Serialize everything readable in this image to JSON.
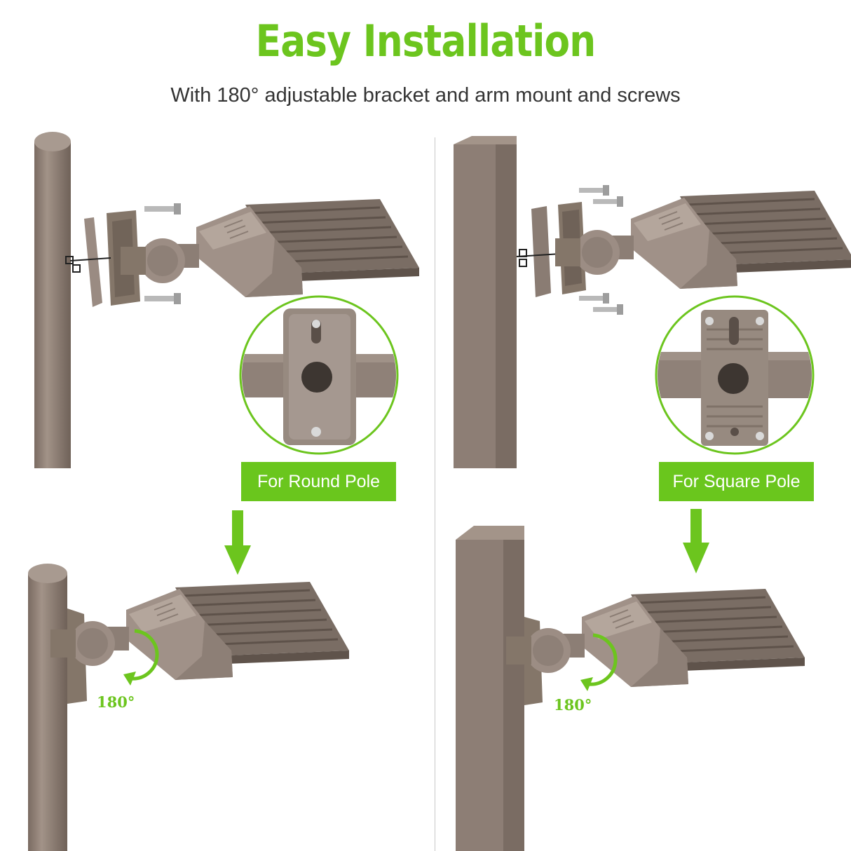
{
  "title": "Easy Installation",
  "subtitle": "With 180° adjustable bracket and arm mount and screws",
  "labels": {
    "round_pole": "For Round Pole",
    "square_pole": "For Square Pole"
  },
  "rotation_round": "180°",
  "rotation_square": "180°",
  "colors": {
    "accent_green": "#6cc51e",
    "bronze": "#8f8076",
    "text": "#333333"
  },
  "icons": [
    "down-arrow-icon",
    "rotate-180-icon"
  ]
}
